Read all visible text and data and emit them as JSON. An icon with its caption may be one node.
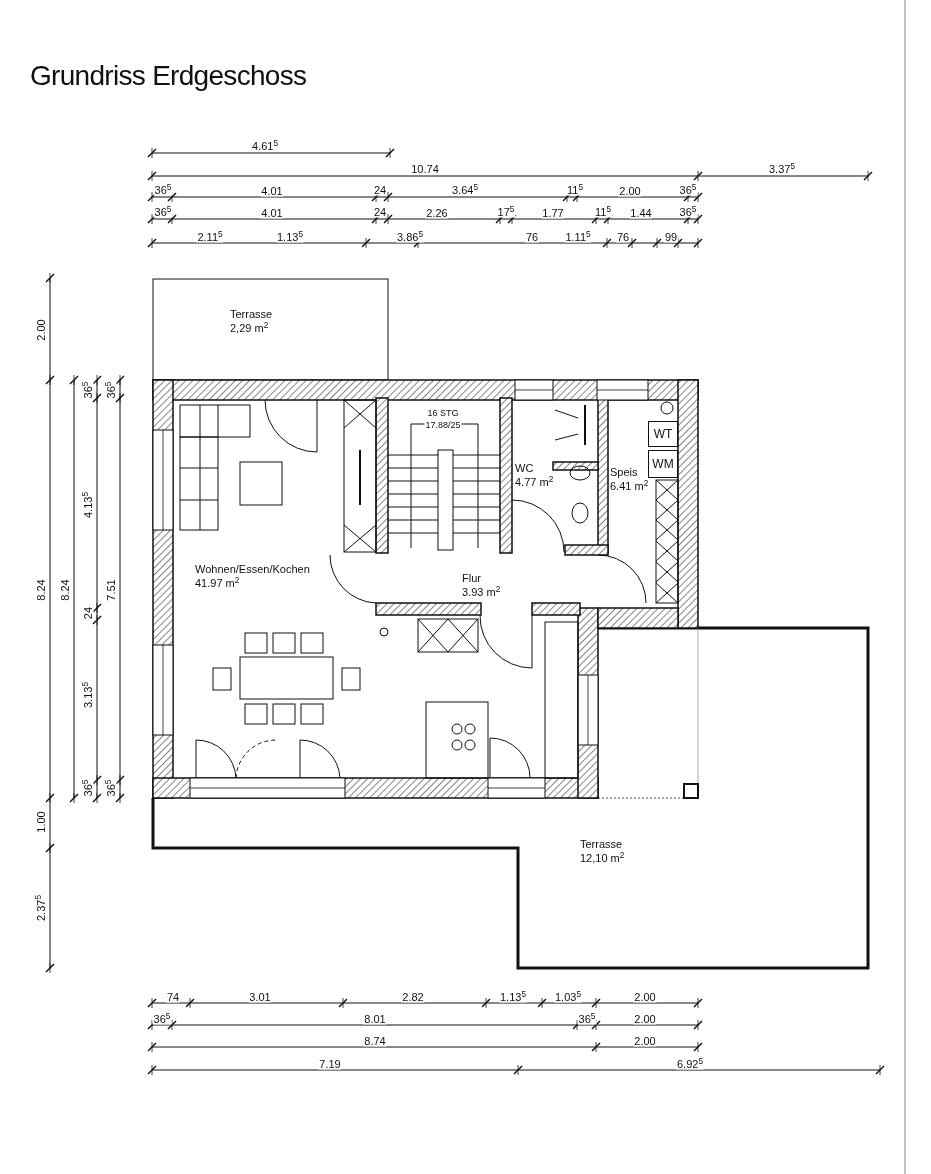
{
  "diagram": {
    "title": "Grundriss Erdgeschoss",
    "nodes": [
      {
        "text": [
          "Terrasse",
          "2,29 m$^{2}$"
        ]
      },
      {
        "text": [
          "Wohnen/Essen/Kochen",
          "41.97 m$^{2}$"
        ]
      },
      {
        "text": [
          "Flur",
          "3.93 m$^{2}$"
        ]
      },
      {
        "text": [
          "WC",
          "4.77 m$^{2}$"
        ]
      },
      {
        "text": [
          "Speis",
          "6.41 m$^{2}$"
        ]
      },
      {
        "text": [
          "WT"
        ]
      },
      {
        "text": [
          "WM"
        ]
      },
      {
        "text": [
          "Terrasse",
          "12,10 m$^{2}$"
        ]
      }
    ],
    "edges": [],
    "labels": [
      "4.61$^{5}$",
      "10.74",
      "3.37$^{5}$",
      "36$^{5}$",
      "4.01",
      "24",
      "3.64$^{5}$",
      "11$^{5}$",
      "2.00",
      "36$^{5}$",
      "36$^{5}$",
      "4.01",
      "24",
      "2.26",
      "17$^{5}$",
      "1.77",
      "11$^{5}$",
      "1.44",
      "36$^{5}$",
      "2.11$^{5}$",
      "1.13$^{5}$",
      "3.86$^{5}$",
      "76",
      "1.11$^{5}$",
      "76",
      "99",
      "2.00",
      "8.24",
      "1.00",
      "2.37$^{5}$",
      "8.24",
      "36$^{5}$",
      "4.13$^{5}$",
      "24",
      "3.13$^{5}$",
      "36$^{5}$",
      "36$^{5}$",
      "7.51",
      "36$^{5}$",
      "16 STG",
      "17.88/25",
      "74",
      "3.01",
      "2.82",
      "1.13$^{5}$",
      "1.03$^{5}$",
      "2.00",
      "36$^{5}$",
      "8.01",
      "36$^{5}$",
      "2.00",
      "8.74",
      "2.00",
      "7.19",
      "6.92$^{5}$"
    ]
  }
}
